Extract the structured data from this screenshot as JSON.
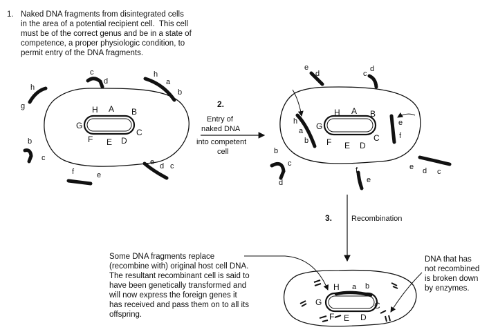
{
  "step1": {
    "number": "1.",
    "lines": [
      "Naked DNA fragments from disintegrated cells",
      "in the area of a potential recipient cell.  This cell",
      "must be of the correct genus and be in a state of",
      "competence, a proper physiologic condition, to",
      "permit entry of the DNA fragments."
    ]
  },
  "step2": {
    "number": "2.",
    "line1": "Entry of",
    "line2": "naked DNA",
    "line3": "into competent",
    "line4": "cell"
  },
  "step3": {
    "number": "3.",
    "label": "Recombination"
  },
  "recombine_note": {
    "lines": [
      "Some DNA fragments replace",
      "(recombine with) original host cell DNA.",
      "The resultant recombinant cell is said to",
      "have been genetically transformed and",
      "will now express the foreign genes it",
      "has received and pass them on to all its",
      "offspring."
    ]
  },
  "broken_note": {
    "lines": [
      "DNA that has",
      "not recombined",
      "is broken down",
      "by enzymes."
    ]
  },
  "cell1": {
    "genes": {
      "H": "H",
      "A": "A",
      "B": "B",
      "G": "G",
      "C": "C",
      "F": "F",
      "E": "E",
      "D": "D"
    },
    "fragments": {
      "hg": [
        "h",
        "g"
      ],
      "cd": [
        "c",
        "d"
      ],
      "hab": [
        "h",
        "a",
        "b"
      ],
      "bc": [
        "b",
        "c"
      ],
      "fe": [
        "f",
        "e"
      ],
      "edc": [
        "e",
        "d",
        "c"
      ]
    }
  },
  "cell2": {
    "genes": {
      "H": "H",
      "A": "A",
      "B": "B",
      "G": "G",
      "C": "C",
      "F": "F",
      "E": "E",
      "D": "D"
    },
    "inside": {
      "h": "h",
      "a": "a",
      "b": "b",
      "e": "e",
      "f": "f"
    },
    "fragments": {
      "ed": [
        "e",
        "d"
      ],
      "cd": [
        "c",
        "d"
      ],
      "bcd": [
        "b",
        "c",
        "d"
      ],
      "fe": [
        "f",
        "e"
      ],
      "edc": [
        "e",
        "d",
        "c"
      ]
    }
  },
  "cell3": {
    "genes": {
      "H": "H",
      "a": "a",
      "b": "b",
      "G": "G",
      "C": "C",
      "F": "F",
      "E": "E",
      "D": "D"
    }
  }
}
